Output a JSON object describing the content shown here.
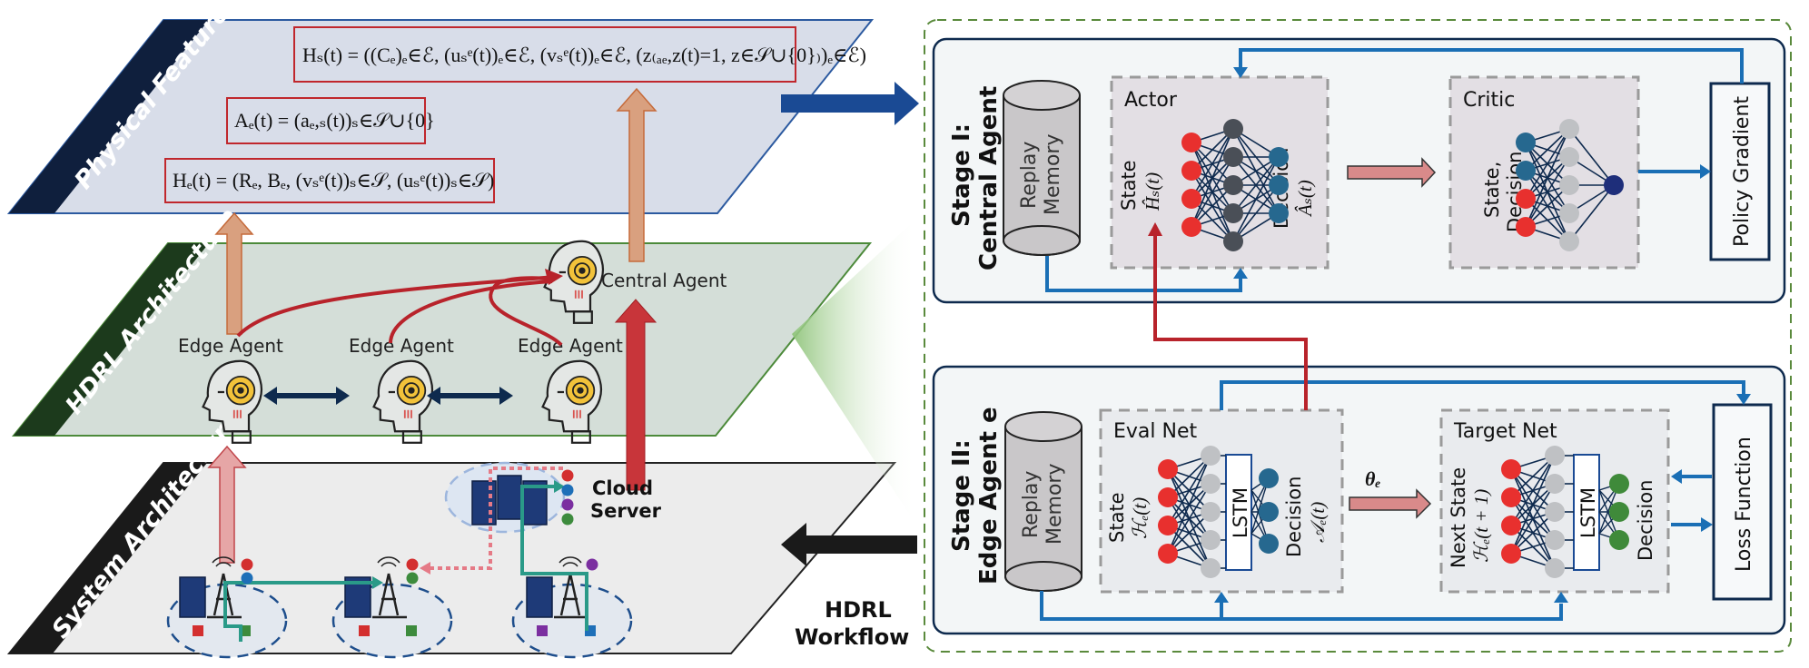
{
  "layers": {
    "physical": {
      "label": "Physical Features",
      "formula_hs": "Hₛ(t) = ((Cₑ)ₑ∈ℰ, (uₛᵉ(t))ₑ∈ℰ, (vₛᵉ(t))ₑ∈ℰ, (z₍ₐₑ,z(t)=1, z∈𝒮∪{0}₎)ₑ∈ℰ)",
      "formula_ae": "Aₑ(t) = (aₑ,ₛ(t))ₛ∈𝒮∪{0}",
      "formula_he": "Hₑ(t) = (Rₑ, Bₑ, (vₛᵉ(t))ₛ∈𝒮, (uₛᵉ(t))ₛ∈𝒮)"
    },
    "hdrl": {
      "label": "HDRL Architecture",
      "central_agent": "Central Agent",
      "edge_agents": [
        "Edge Agent",
        "Edge Agent",
        "Edge Agent"
      ]
    },
    "system": {
      "label": "System Architecture",
      "cloud_server": [
        "Cloud",
        "Server"
      ],
      "device_colors": [
        "#d32f2f",
        "#1e6fb8",
        "#7b2fa0",
        "#3d8b3d"
      ]
    }
  },
  "workflow": {
    "label": [
      "HDRL",
      "Workflow"
    ],
    "stage1": {
      "title": [
        "Stage I:",
        "Central Agent"
      ],
      "replay_memory": [
        "Replay",
        "Memory"
      ],
      "actor": {
        "title": "Actor",
        "state_label": "State",
        "state_symbol": "Ĥₛ(t)",
        "decision_label": "Decision",
        "decision_symbol": "Âₛ(t)"
      },
      "critic": {
        "title": "Critic",
        "input_label": [
          "State,",
          "Decision"
        ]
      },
      "policy_gradient": "Policy Gradient"
    },
    "stage2": {
      "title": [
        "Stage II:",
        "Edge Agent e"
      ],
      "replay_memory": [
        "Replay",
        "Memory"
      ],
      "eval_net": {
        "title": "Eval Net",
        "state_label": "State",
        "state_symbol": "ℋₑ(t)",
        "lstm": "LSTM",
        "decision_label": "Decision",
        "decision_symbol": "𝒜ₑ(t)"
      },
      "theta": "θₑ",
      "target_net": {
        "title": "Target Net",
        "state_label": "Next State",
        "state_symbol": "ℋₑ(t + 1)",
        "lstm": "LSTM",
        "decision_label": "Decision"
      },
      "loss_function": "Loss Function"
    }
  },
  "colors": {
    "navy": "#0e2a4e",
    "blue_flow": "#1a6fb5",
    "red_flow": "#b8232b",
    "salmon_arrow": "#d9a07f",
    "pink_arrow": "#d98a8a",
    "green_dash": "#5a8a3c",
    "input_node": "#e8302e",
    "hidden_dark": "#4a4f57",
    "hidden_light": "#bfc1c4",
    "output_teal": "#26688f",
    "output_green": "#3f8a3a",
    "critic_out": "#1e2e7a"
  }
}
